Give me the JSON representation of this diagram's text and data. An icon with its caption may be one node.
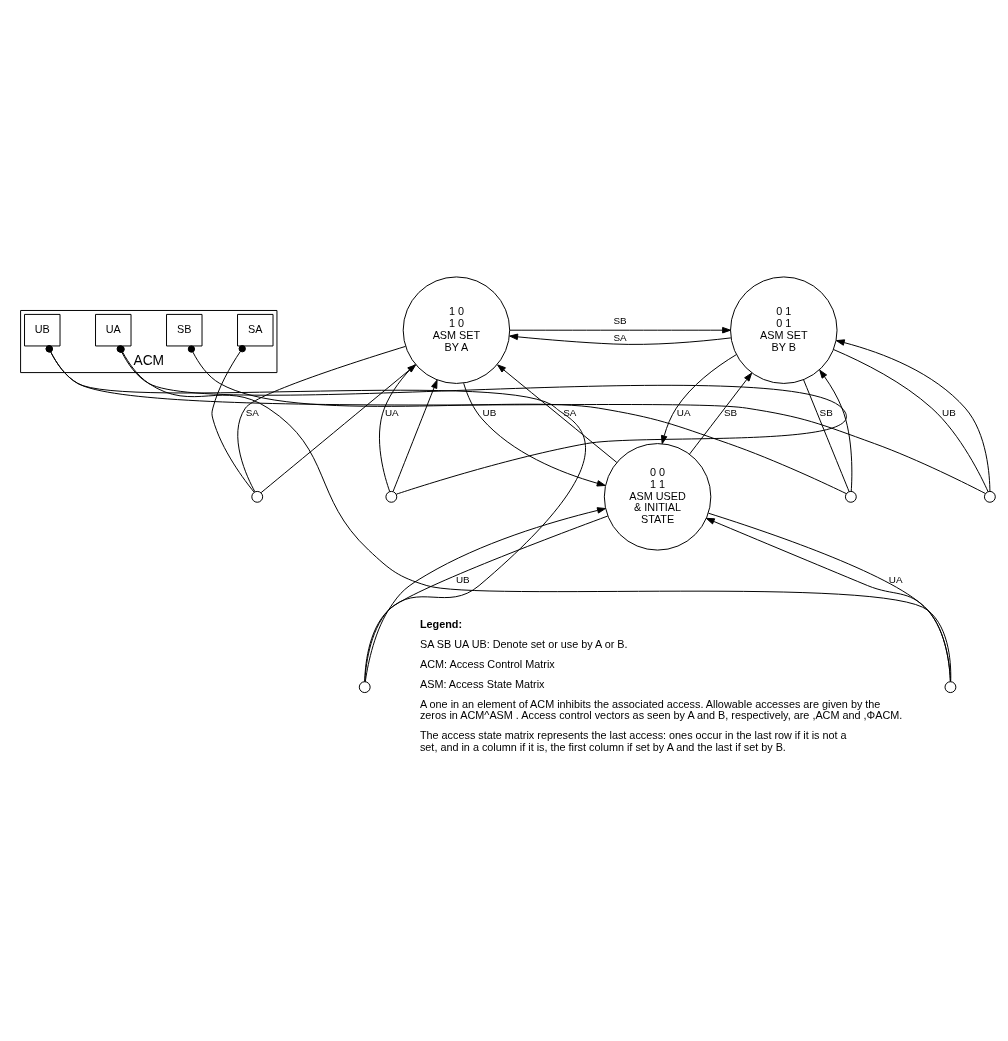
{
  "diagram": {
    "nodes": [
      {
        "text": [
          "1 0",
          "1 0",
          "ASM SET BY A"
        ]
      },
      {
        "text": [
          "0 1",
          "0 1",
          "ASM SET BY B"
        ]
      },
      {
        "text": [
          "0 0",
          "1 1",
          "ASM USED & INITIAL STATE"
        ]
      },
      {
        "text": [
          "ACM"
        ]
      },
      {
        "text": [
          "SA"
        ],
        "in": 3
      },
      {
        "text": [
          "SB"
        ],
        "in": 3
      },
      {
        "text": [
          "UA"
        ],
        "in": 3
      },
      {
        "text": [
          "UB"
        ],
        "in": 3
      },
      {
        "text": [],
        "shape": "circle"
      },
      {
        "text": [],
        "shape": "circle"
      },
      {
        "text": [],
        "shape": "circle"
      },
      {
        "text": [],
        "shape": "circle"
      },
      {
        "text": [],
        "shape": "circle"
      },
      {
        "text": [],
        "shape": "circle"
      }
    ],
    "edges": [
      {
        "from": 4,
        "to": 8,
        "arrow": "other"
      },
      {
        "from": 5,
        "to": 10,
        "arrow": "other"
      },
      {
        "from": 6,
        "to": 9,
        "arrow": "other"
      },
      {
        "from": 6,
        "to": 12,
        "arrow": "other"
      },
      {
        "from": 7,
        "to": 11,
        "arrow": "other"
      },
      {
        "from": 7,
        "to": 13,
        "arrow": "other"
      },
      {
        "from": 0,
        "to": 1,
        "arrow": "to",
        "label": "SB"
      },
      {
        "from": 0,
        "to": 2,
        "arrow": "to",
        "label": "UB"
      },
      {
        "from": 0,
        "to": 8,
        "arrow": "none",
        "label": "SA"
      },
      {
        "from": 0,
        "to": 9,
        "arrow": "none",
        "label": "UA"
      },
      {
        "from": 1,
        "to": 0,
        "arrow": "to",
        "label": "SA"
      },
      {
        "from": 1,
        "to": 2,
        "arrow": "to",
        "label": "UA"
      },
      {
        "from": 1,
        "to": 10,
        "arrow": "none",
        "label": "SB"
      },
      {
        "from": 1,
        "to": 11,
        "arrow": "none",
        "label": "UB"
      },
      {
        "from": 2,
        "to": 0,
        "arrow": "to",
        "label": "SA"
      },
      {
        "from": 2,
        "to": 1,
        "arrow": "to",
        "label": "SB"
      },
      {
        "from": 2,
        "to": 12,
        "arrow": "none",
        "label": "UA"
      },
      {
        "from": 2,
        "to": 13,
        "arrow": "none",
        "label": "UB"
      },
      {
        "from": 8,
        "to": 0,
        "arrow": "to"
      },
      {
        "from": 9,
        "to": 0,
        "arrow": "to"
      },
      {
        "from": 10,
        "to": 1,
        "arrow": "to"
      },
      {
        "from": 11,
        "to": 1,
        "arrow": "to"
      },
      {
        "from": 12,
        "to": 2,
        "arrow": "to"
      },
      {
        "from": 13,
        "to": 2,
        "arrow": "to"
      }
    ],
    "labels": [
      "Legend:",
      "SA SB UA UB: Denote set or use by A or B.",
      "ACM: Access Control Matrix",
      "ASM: Access State Matrix",
      "A one in an element of ACM inhibits the associated access. Allowable accesses are given by the zeros in ACM^ASM . Access control vectors as seen by A and B, respectively, are ,ACM and ,ΦACM.",
      "The access state matrix represents the last access: ones occur in the last row if it is not a set, and in a column if it is, the first column if set by A and the last if set by B."
    ]
  }
}
